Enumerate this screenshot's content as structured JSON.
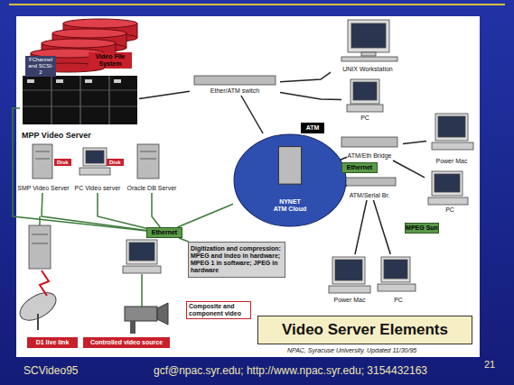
{
  "diagram": {
    "title": "Video Server Elements",
    "caption": "NPAC, Syracuse University. Updated 11/30/95",
    "nodes": [
      {
        "text": [
          "Video File System"
        ]
      },
      {
        "text": [
          "FChannel and SCSI-2"
        ]
      },
      {
        "text": [
          "MPP Video Server"
        ]
      },
      {
        "text": [
          "Ether/ATM switch"
        ]
      },
      {
        "text": [
          "UNIX Workstation"
        ]
      },
      {
        "text": [
          "PC"
        ]
      },
      {
        "text": [
          "ATM"
        ]
      },
      {
        "text": [
          "NYNET",
          "ATM Cloud"
        ]
      },
      {
        "text": [
          "ATM/Eth Bridge"
        ]
      },
      {
        "text": [
          "Power Mac"
        ]
      },
      {
        "text": [
          "Ethernet"
        ]
      },
      {
        "text": [
          "PC"
        ]
      },
      {
        "text": [
          "ATM/Serial Br."
        ]
      },
      {
        "text": [
          "MPEG Sun"
        ]
      },
      {
        "text": [
          "SMP Video Server"
        ]
      },
      {
        "text": [
          "PC Video server"
        ]
      },
      {
        "text": [
          "Oracle DB Server"
        ]
      },
      {
        "text": [
          "Ethernet"
        ]
      },
      {
        "text": [
          "Digitization and compression: MPEG and Indeo in hardware; MPEG 1 in software; JPEG in hardware"
        ]
      },
      {
        "text": [
          "Composite and component video"
        ]
      },
      {
        "text": [
          "D1 live link"
        ]
      },
      {
        "text": [
          "Controlled video source"
        ]
      },
      {
        "text": [
          "Power Mac"
        ]
      },
      {
        "text": [
          "PC"
        ]
      }
    ],
    "edges": [
      {
        "from": 2,
        "to": 3,
        "arrow": "none"
      },
      {
        "from": 3,
        "to": 4,
        "arrow": "none"
      },
      {
        "from": 3,
        "to": 5,
        "arrow": "none"
      },
      {
        "from": 3,
        "to": 7,
        "arrow": "none"
      },
      {
        "from": 7,
        "to": 8,
        "arrow": "none"
      },
      {
        "from": 8,
        "to": 9,
        "arrow": "none"
      },
      {
        "from": 8,
        "to": 11,
        "arrow": "none"
      },
      {
        "from": 7,
        "to": 12,
        "arrow": "none"
      },
      {
        "from": 12,
        "to": 22,
        "arrow": "none"
      },
      {
        "from": 12,
        "to": 23,
        "arrow": "none"
      },
      {
        "from": 17,
        "to": 7,
        "arrow": "none"
      },
      {
        "from": 17,
        "to": 14,
        "arrow": "none"
      },
      {
        "from": 17,
        "to": 15,
        "arrow": "none"
      },
      {
        "from": 17,
        "to": 16,
        "arrow": "none"
      },
      {
        "from": 17,
        "to": 2,
        "arrow": "none"
      },
      {
        "from": 17,
        "to": 18,
        "arrow": "none"
      }
    ],
    "labels": [
      "Disk",
      "Disk",
      "SCVideo95",
      "gcf@npac.syr.edu; http://www.npac.syr.edu; 3154432163",
      "21"
    ]
  }
}
